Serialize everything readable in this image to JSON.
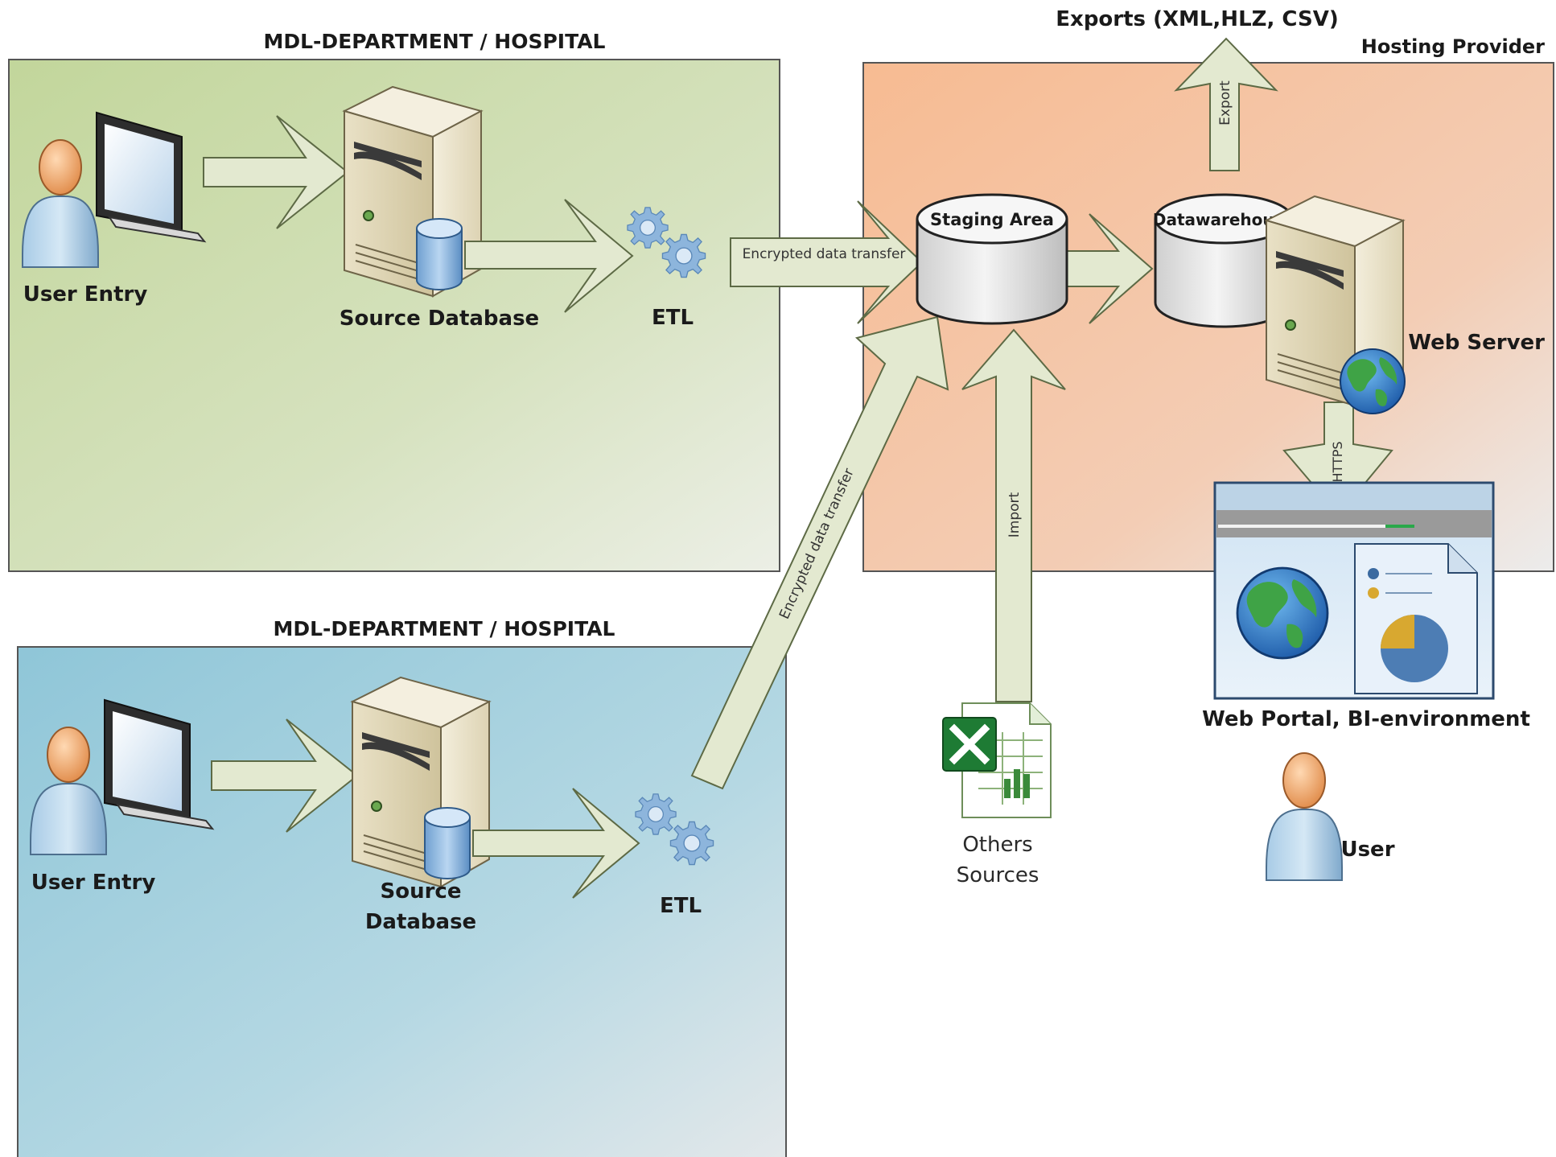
{
  "regions": {
    "dept1_title": "MDL-DEPARTMENT / HOSPITAL",
    "dept2_title": "MDL-DEPARTMENT / HOSPITAL",
    "hosting_title": "Hosting Provider",
    "exports_title": "Exports (XML,HLZ, CSV)"
  },
  "dept1": {
    "user_entry": "User Entry",
    "source_database": "Source Database",
    "etl": "ETL"
  },
  "dept2": {
    "user_entry": "User Entry",
    "source_database_line1": "Source",
    "source_database_line2": "Database",
    "etl": "ETL"
  },
  "hosting": {
    "staging_area": "Staging Area",
    "datawarehouse": "Datawarehouse",
    "web_server": "Web Server"
  },
  "arrows": {
    "encrypted_transfer_1": "Encrypted data transfer",
    "encrypted_transfer_2": "Encrypted data transfer",
    "export": "Export",
    "import": "Import",
    "https": "HTTPS"
  },
  "outside": {
    "others_sources_line1": "Others",
    "others_sources_line2": "Sources",
    "web_portal": "Web Portal, BI-environment",
    "user": "User"
  },
  "colors": {
    "dept1_fill": "#c8d9a6",
    "dept2_fill": "#95c9d9",
    "hosting_fill": "#f6bd96",
    "arrow_fill": "#e3e9d0",
    "arrow_stroke": "#5d6a45"
  }
}
